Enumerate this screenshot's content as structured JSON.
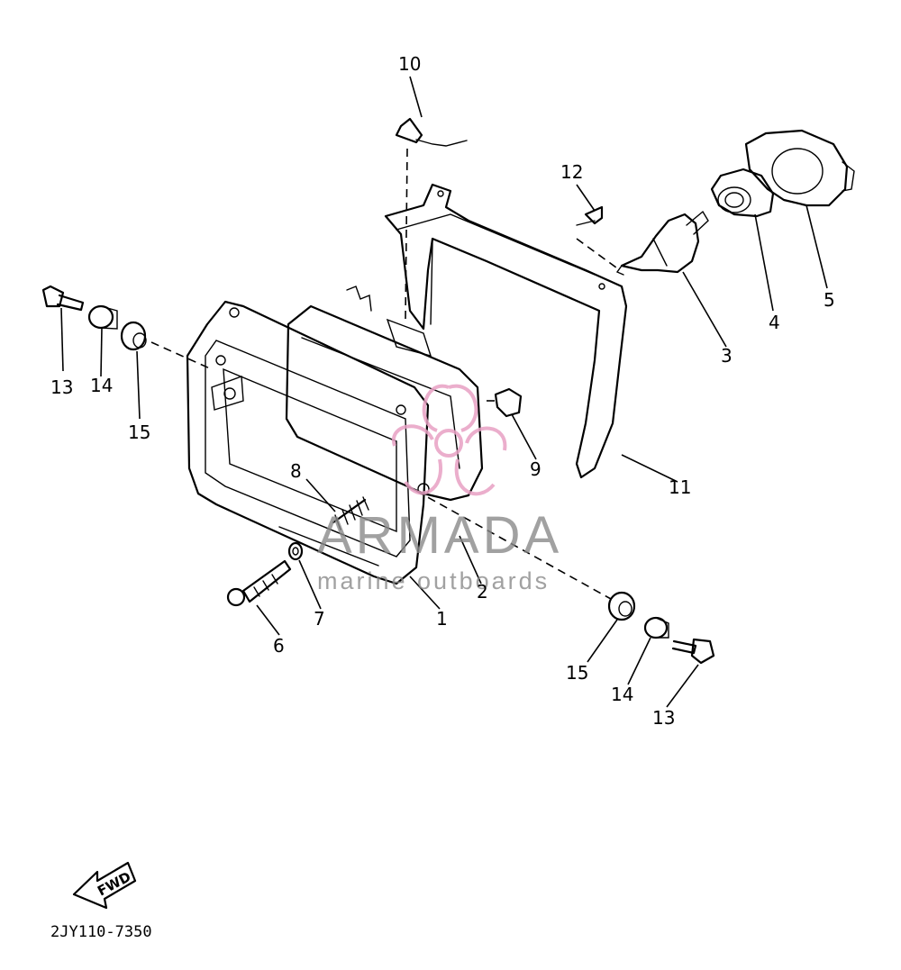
{
  "diagram_code": "2JY110-7350",
  "fwd_label": "FWD",
  "watermark": {
    "brand": "ARMADA",
    "tagline": "marine outboards",
    "logo_color": "#e8a1c4"
  },
  "callouts": [
    {
      "id": "c1",
      "label": "1"
    },
    {
      "id": "c2",
      "label": "2"
    },
    {
      "id": "c3",
      "label": "3"
    },
    {
      "id": "c4",
      "label": "4"
    },
    {
      "id": "c5",
      "label": "5"
    },
    {
      "id": "c6",
      "label": "6"
    },
    {
      "id": "c7",
      "label": "7"
    },
    {
      "id": "c8",
      "label": "8"
    },
    {
      "id": "c9",
      "label": "9"
    },
    {
      "id": "c10",
      "label": "10"
    },
    {
      "id": "c11",
      "label": "11"
    },
    {
      "id": "c12",
      "label": "12"
    },
    {
      "id": "c13a",
      "label": "13"
    },
    {
      "id": "c14a",
      "label": "14"
    },
    {
      "id": "c15a",
      "label": "15"
    },
    {
      "id": "c13b",
      "label": "13"
    },
    {
      "id": "c14b",
      "label": "14"
    },
    {
      "id": "c15b",
      "label": "15"
    }
  ]
}
